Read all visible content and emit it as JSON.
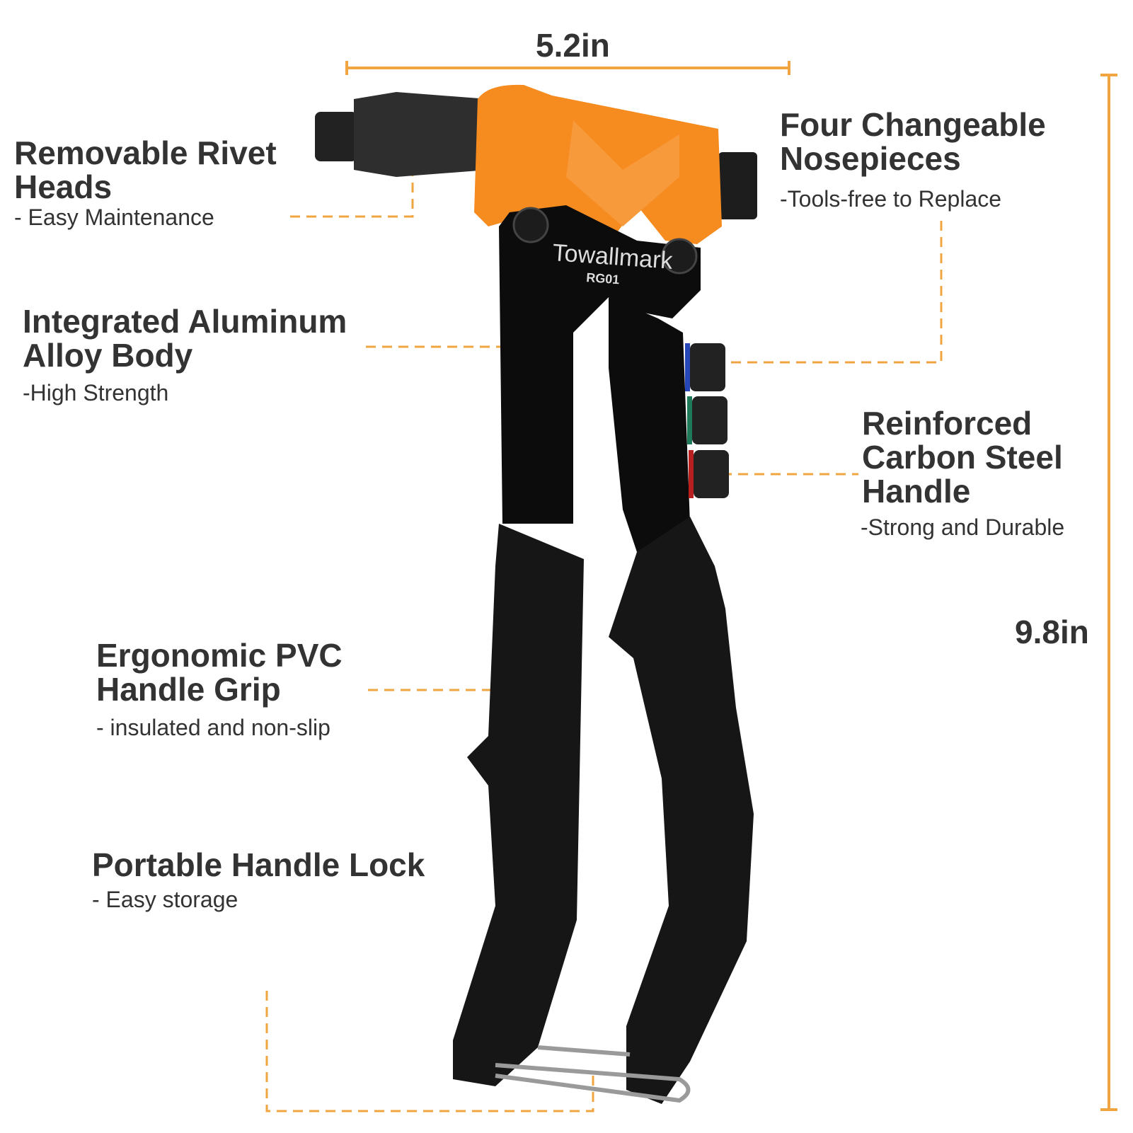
{
  "dimensions": {
    "width_label": "5.2in",
    "height_label": "9.8in"
  },
  "features": [
    {
      "title_line1": "Removable Rivet",
      "title_line2": "Heads",
      "subtitle": "- Easy Maintenance"
    },
    {
      "title_line1": "Four Changeable",
      "title_line2": "Nosepieces",
      "subtitle": "-Tools-free to Replace"
    },
    {
      "title_line1": "Integrated Aluminum",
      "title_line2": "Alloy Body",
      "subtitle": "-High Strength"
    },
    {
      "title_line1": "Reinforced",
      "title_line2": "Carbon Steel",
      "title_line3": "Handle",
      "subtitle": "-Strong and Durable"
    },
    {
      "title_line1": "Ergonomic PVC",
      "title_line2": "Handle Grip",
      "subtitle": "- insulated and non-slip"
    },
    {
      "title_line1": "Portable Handle Lock",
      "subtitle": "- Easy storage"
    }
  ],
  "product": {
    "brand": "Towallmark",
    "model": "RG01"
  },
  "colors": {
    "accent": "#F0A540",
    "head_orange": "#F68B1F",
    "body": "#111111",
    "text": "#333333"
  }
}
